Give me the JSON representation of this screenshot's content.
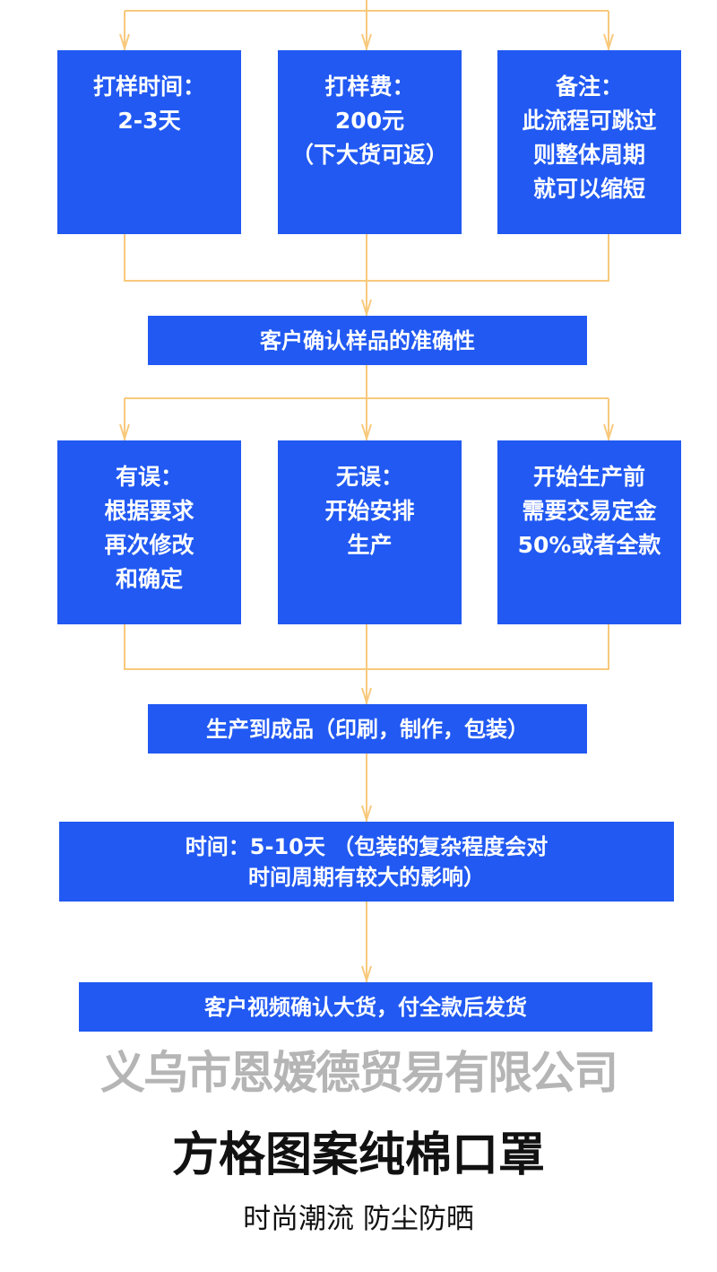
{
  "colors": {
    "box": "#2159f2",
    "connector": "#f8c97c",
    "text": "#ffffff"
  },
  "step1": [
    {
      "lines": [
        "打样时间：",
        "2-3天"
      ]
    },
    {
      "lines": [
        "打样费：",
        "200元",
        "（下大货可返）"
      ]
    },
    {
      "lines": [
        "备注：",
        "此流程可跳过",
        "则整体周期",
        "就可以缩短"
      ]
    }
  ],
  "step2": "客户确认样品的准确性",
  "step3": [
    {
      "lines": [
        "有误：",
        "根据要求",
        "再次修改",
        "和确定"
      ]
    },
    {
      "lines": [
        "无误：",
        "开始安排",
        "生产"
      ]
    },
    {
      "lines": [
        "开始生产前",
        "需要交易定金",
        "50%或者全款"
      ]
    }
  ],
  "step4": "生产到成品（印刷，制作，包装）",
  "step5": [
    "时间：5-10天 （包装的复杂程度会对",
    "时间周期有较大的影响）"
  ],
  "step6": "客户视频确认大货，付全款后发货",
  "watermark": "义乌市恩嫒德贸易有限公司",
  "product": {
    "title": "方格图案纯棉口罩",
    "subtitle": "时尚潮流  防尘防晒"
  }
}
